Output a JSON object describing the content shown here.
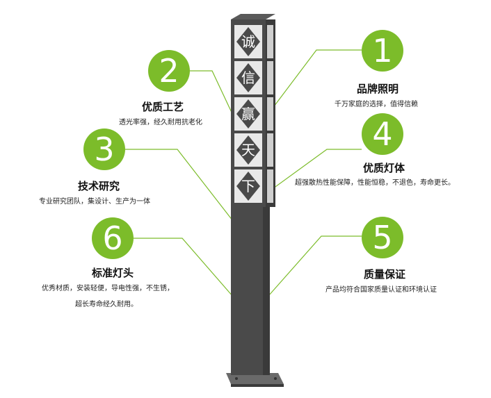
{
  "pole_characters": [
    "诚",
    "信",
    "赢",
    "天",
    "下"
  ],
  "features": [
    {
      "number": "1",
      "title": "品牌照明",
      "lines": [
        "千万家庭的选择，值得信赖"
      ]
    },
    {
      "number": "2",
      "title": "优质工艺",
      "lines": [
        "透光率强，经久耐用抗老化"
      ]
    },
    {
      "number": "3",
      "title": "技术研究",
      "lines": [
        "专业研究团队，集设计、生产为一体"
      ]
    },
    {
      "number": "4",
      "title": "优质灯体",
      "lines": [
        "超强散热性能保障，性能恒稳，不退色，寿命更长。"
      ]
    },
    {
      "number": "5",
      "title": "质量保证",
      "lines": [
        "产品均符合国家质量认证和环境认证"
      ]
    },
    {
      "number": "6",
      "title": "标准灯头",
      "lines": [
        "优秀材质，安装轻便，导电性强，不生锈，",
        "超长寿命经久耐用。"
      ]
    }
  ],
  "colors": {
    "accent": "#7cbc2a",
    "pole": "#4a4a4a",
    "pole_side": "#3a3a3a",
    "panel": "#e9e9e9"
  }
}
